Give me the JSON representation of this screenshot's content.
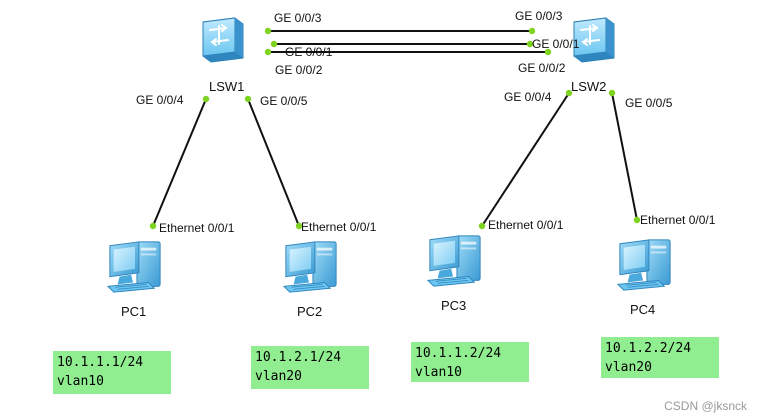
{
  "switches": {
    "lsw1": {
      "name": "LSW1"
    },
    "lsw2": {
      "name": "LSW2"
    }
  },
  "pcs": {
    "pc1": {
      "name": "PC1",
      "ip": "10.1.1.1/24",
      "vlan": "vlan10"
    },
    "pc2": {
      "name": "PC2",
      "ip": "10.1.2.1/24",
      "vlan": "vlan20"
    },
    "pc3": {
      "name": "PC3",
      "ip": "10.1.1.2/24",
      "vlan": "vlan10"
    },
    "pc4": {
      "name": "PC4",
      "ip": "10.1.2.2/24",
      "vlan": "vlan20"
    }
  },
  "ports": {
    "lsw1_ge003": "GE 0/0/3",
    "lsw1_ge001": "GE 0/0/1",
    "lsw1_ge002": "GE 0/0/2",
    "lsw1_ge004": "GE 0/0/4",
    "lsw1_ge005": "GE 0/0/5",
    "lsw2_ge003": "GE 0/0/3",
    "lsw2_ge001": "GE 0/0/1",
    "lsw2_ge002": "GE 0/0/2",
    "lsw2_ge004": "GE 0/0/4",
    "lsw2_ge005": "GE 0/0/5",
    "pc1_eth": "Ethernet 0/0/1",
    "pc2_eth": "Ethernet 0/0/1",
    "pc3_eth": "Ethernet 0/0/1",
    "pc4_eth": "Ethernet 0/0/1"
  },
  "colors": {
    "link": "#111111",
    "port_dot": "#7ed321",
    "switch_body": "#6cc6f0",
    "pc_body": "#5bb8ea",
    "info_bg": "#90ee90"
  },
  "icons": {
    "switch": "switch-icon",
    "pc": "pc-icon"
  },
  "watermark": "CSDN @jksnck"
}
